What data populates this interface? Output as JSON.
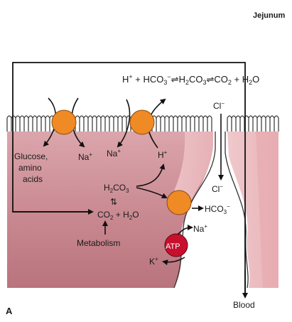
{
  "header": {
    "region": "Jejunum",
    "panel": "A"
  },
  "equation": {
    "h": "H",
    "plus_sup": "+",
    "plus1": " + HCO",
    "sub3a": "3",
    "minus_sup": "−",
    "eq1": "⇌",
    "h2": "H",
    "sub2a": "2",
    "co3": "CO",
    "sub3b": "3",
    "eq2": "⇌",
    "co2": "CO",
    "sub2b": "2",
    "plus2": " + H",
    "sub2c": "2",
    "o": "O"
  },
  "labels": {
    "glucose_line1": "Glucose,",
    "glucose_line2": "amino",
    "glucose_line3": "acids",
    "na_left": "Na",
    "na_right": "Na",
    "na_sup": "+",
    "h_ion": "H",
    "h_sup": "+",
    "cl_top": "Cl",
    "cl_mid": "Cl",
    "cl_sup": "−",
    "h2co3_h": "H",
    "h2co3_2": "2",
    "h2co3_co": "CO",
    "h2co3_3": "3",
    "co2_h2o_co": "CO",
    "co2_h2o_2": "2",
    "co2_h2o_rest": " + H",
    "co2_h2o_2b": "2",
    "co2_h2o_o": "O",
    "hco3_hco": "HCO",
    "hco3_3": "3",
    "hco3_minus": "−",
    "metabolism": "Metabolism",
    "atp": "ATP",
    "na_atp": "Na",
    "na_atp_sup": "+",
    "k_atp": "K",
    "k_atp_sup": "+",
    "blood": "Blood"
  },
  "colors": {
    "cell_fill": "#c9878f",
    "cell_fill_light": "#f3d6d8",
    "transporter": "#f08a24",
    "atp_pump": "#c8102e",
    "line": "#111111"
  }
}
